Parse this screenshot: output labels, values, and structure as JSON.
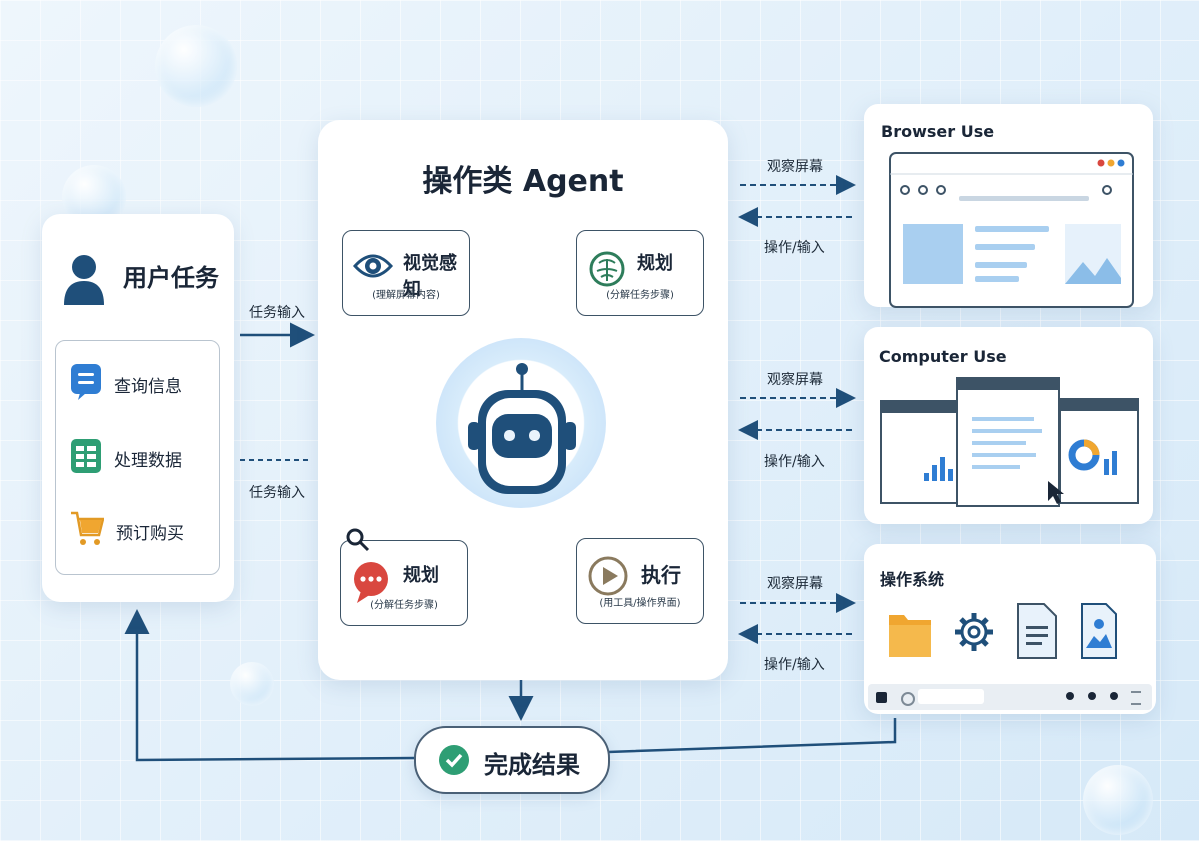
{
  "user_task": {
    "title": "用户任务",
    "items": [
      {
        "label": "查询信息",
        "icon": "chat-list-icon"
      },
      {
        "label": "处理数据",
        "icon": "spreadsheet-icon"
      },
      {
        "label": "预订购买",
        "icon": "shopping-cart-icon"
      }
    ]
  },
  "arrows": {
    "task_input_1": "任务输入",
    "task_input_2": "任务输入",
    "observe_1": "观察屏幕",
    "operate_1": "操作/输入",
    "observe_2": "观察屏幕",
    "operate_2": "操作/输入",
    "observe_3": "观察屏幕",
    "operate_3": "操作/输入"
  },
  "agent": {
    "title": "操作类 Agent",
    "modules": {
      "perception": {
        "title": "视觉感知",
        "sub": "(理解屏幕内容)",
        "icon": "eye-icon"
      },
      "planning_top": {
        "title": "规划",
        "sub": "(分解任务步骤)",
        "icon": "brain-icon"
      },
      "planning_bottom": {
        "title": "规划",
        "sub": "(分解任务步骤)",
        "icon": "speech-bubble-icon"
      },
      "execute": {
        "title": "执行",
        "sub": "(用工具/操作界面)",
        "icon": "play-icon"
      }
    }
  },
  "systems": {
    "browser": {
      "title": "Browser Use"
    },
    "computer": {
      "title": "Computer Use"
    },
    "os": {
      "title": "操作系统"
    }
  },
  "result": {
    "label": "完成结果",
    "icon": "check-circle-icon"
  },
  "colors": {
    "accent": "#1f4f7a",
    "blue": "#2f7dd3",
    "green": "#2e9e74",
    "cart": "#f0a630",
    "red": "#d9473f"
  }
}
